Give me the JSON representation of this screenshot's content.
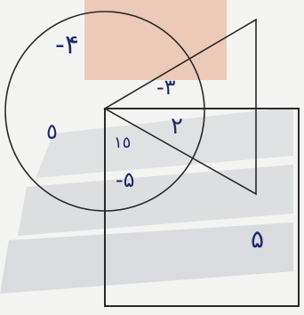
{
  "colors": {
    "background": "#f4f4f2",
    "watermark_top": "#e9a88a",
    "watermark_band": "#cfd3d8",
    "lines": "#2a2a2a",
    "ink": "#1f2a6b"
  },
  "diagram": {
    "shapes": [
      "circle",
      "triangle",
      "square"
    ],
    "regions": {
      "circle_only_top": "-۴",
      "circle_only_left": "٥",
      "circle_triangle_only": "-۳",
      "triangle_center": "۲",
      "circle_square_corner": "۱٥",
      "circle_square_lower": "-۵",
      "square_only": "۵"
    }
  }
}
